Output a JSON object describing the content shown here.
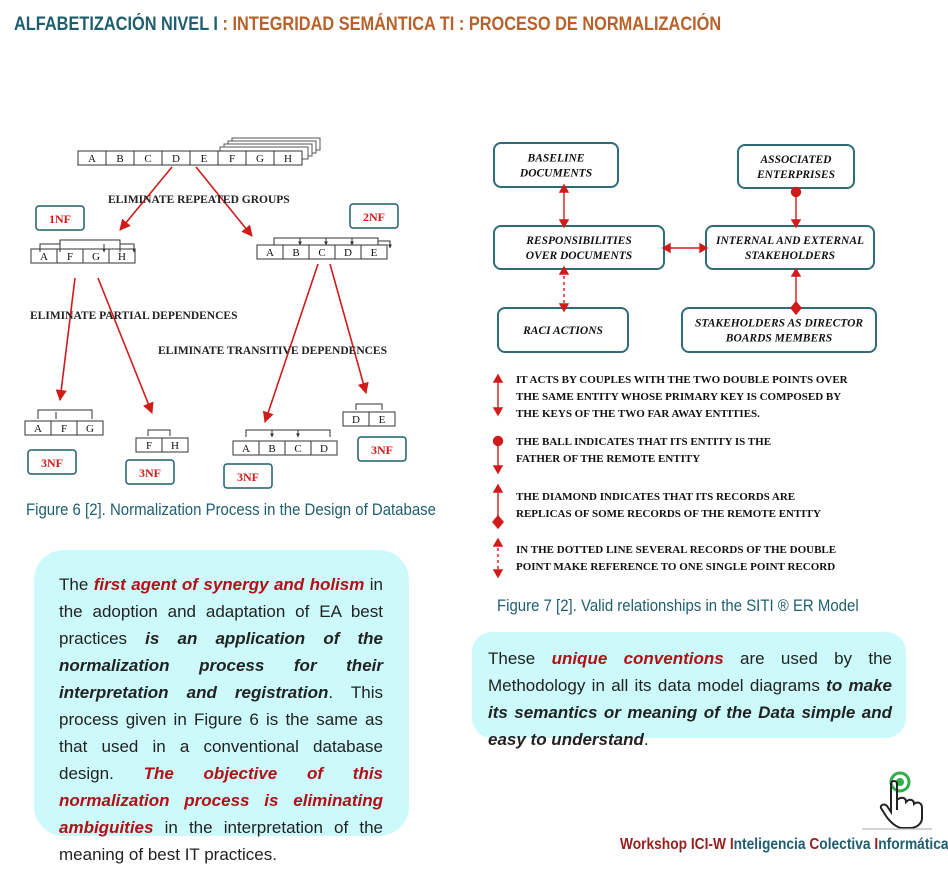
{
  "header": {
    "part1": "ALFABETIZACIÓN NIVEL I",
    "sep": " : ",
    "part2": "INTEGRIDAD SEMÁNTICA TI",
    "part3": "PROCESO DE NORMALIZACIÓN"
  },
  "figure6": {
    "top_row": [
      "A",
      "B",
      "C",
      "D",
      "E",
      "F",
      "G",
      "H"
    ],
    "label_repeated": "ELIMINATE REPEATED GROUPS",
    "label_partial": "ELIMINATE PARTIAL DEPENDENCES",
    "label_transitive": "ELIMINATE TRANSITIVE DEPENDENCES",
    "badge_1nf": "1NF",
    "badge_2nf": "2NF",
    "badge_3nf": "3NF",
    "row_1nf": [
      "A",
      "F",
      "G",
      "H"
    ],
    "row_2nf": [
      "A",
      "B",
      "C",
      "D",
      "E"
    ],
    "row_3nf_a": [
      "A",
      "F",
      "G"
    ],
    "row_3nf_b": [
      "F",
      "H"
    ],
    "row_3nf_c": [
      "A",
      "B",
      "C",
      "D"
    ],
    "row_3nf_d": [
      "D",
      "E"
    ],
    "caption": "Figure 6 [2]. Normalization Process in the Design of Database"
  },
  "figure7": {
    "boxes": {
      "baseline": [
        "BASELINE",
        "DOCUMENTS"
      ],
      "associated": [
        "ASSOCIATED",
        "ENTERPRISES"
      ],
      "responsibilities": [
        "RESPONSIBILITIES",
        "OVER DOCUMENTS"
      ],
      "stakeholders": [
        "INTERNAL AND EXTERNAL",
        "STAKEHOLDERS"
      ],
      "raci": [
        "RACI ACTIONS"
      ],
      "directors": [
        "STAKEHOLDERS AS DIRECTOR",
        "BOARDS MEMBERS"
      ]
    },
    "legend": [
      [
        "IT ACTS BY COUPLES WITH THE TWO DOUBLE POINTS OVER",
        "THE SAME ENTITY WHOSE PRIMARY KEY IS COMPOSED BY",
        "THE KEYS OF THE TWO FAR AWAY ENTITIES."
      ],
      [
        "THE BALL INDICATES THAT ITS ENTITY IS THE",
        "FATHER OF THE REMOTE ENTITY"
      ],
      [
        "THE DIAMOND INDICATES THAT ITS RECORDS ARE",
        "REPLICAS OF SOME RECORDS OF THE REMOTE ENTITY"
      ],
      [
        "IN THE DOTTED LINE SEVERAL RECORDS OF THE DOUBLE",
        "POINT MAKE REFERENCE TO ONE SINGLE POINT RECORD"
      ]
    ],
    "caption": "Figure 7 [2]. Valid relationships in the SITI ® ER Model"
  },
  "panel_left": {
    "t1": "The ",
    "t2": "first agent of synergy and holism",
    "t3": " in the adoption and adaptation of EA best practices ",
    "t4": "is an application of the normalization process for their interpretation and registration",
    "t5": ". This process given in Figure 6 is the same as that used in a conventional database design. ",
    "t6": "The objective of this normalization process is eliminating ambiguities",
    "t7": " in the interpretation of the meaning of  best IT practices."
  },
  "panel_right": {
    "t1": "These ",
    "t2": "unique conventions",
    "t3": " are used by the Methodology in all its data model diagrams ",
    "t4": "to make its semantics or meaning of the Data simple and easy to understand",
    "t5": "."
  },
  "footer": {
    "w1": "Workshop ",
    "w2": "ICI-W",
    "w3": " ",
    "w4": "I",
    "w5": "nteligencia ",
    "w6": "C",
    "w7": "olectiva ",
    "w8": "I",
    "w9": "nformática"
  },
  "colors": {
    "teal": "#1e5e6e",
    "brown": "#b8612a",
    "red": "#d11b1b",
    "panel": "#ccfafa"
  },
  "icons": [
    "hand-pointer-icon"
  ]
}
